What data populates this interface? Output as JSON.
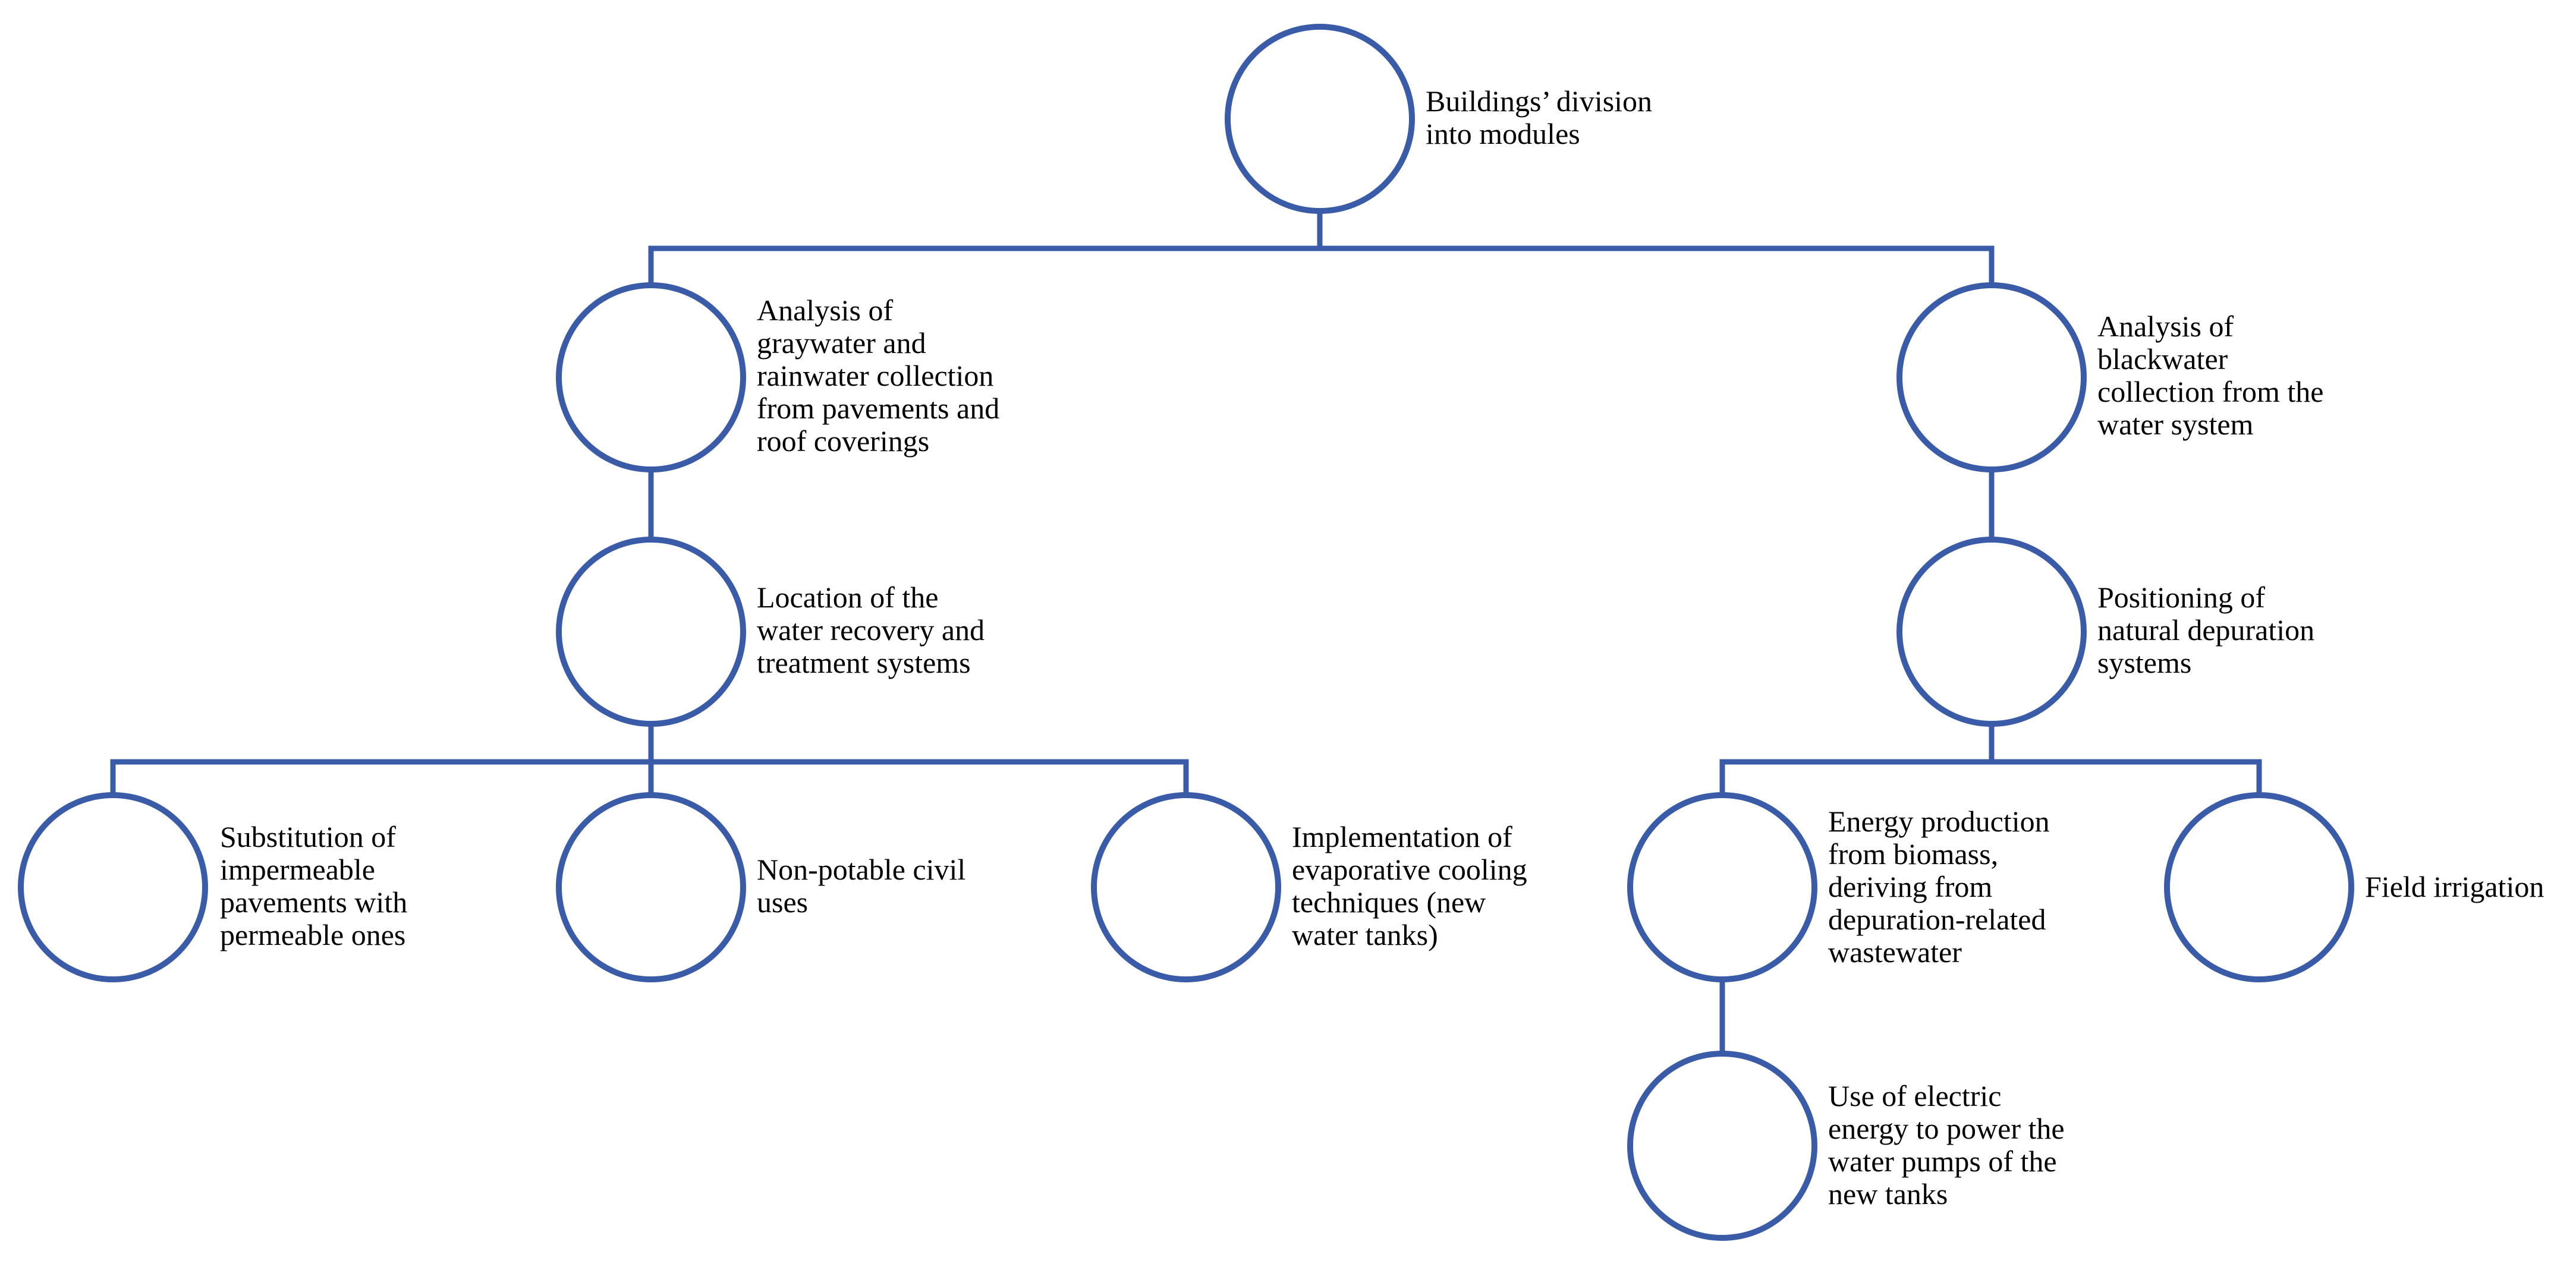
{
  "nodes": {
    "modules": {
      "label": "Buildings’ division\ninto modules",
      "icon": "site-plan-modules-photo"
    },
    "graywater": {
      "label": "Analysis of\ngraywater and\nrainwater collection\nfrom pavements and\nroof coverings",
      "icon": "rain-on-roof-drawing"
    },
    "blackwater": {
      "label": "Analysis of\nblackwater\ncollection from the\nwater system",
      "icon": "orange-pipe-trench-photo"
    },
    "recovery": {
      "label": "Location of the\nwater recovery and\ntreatment systems",
      "icon": "house-water-tank-drawing"
    },
    "depuration": {
      "label": "Positioning of\nnatural depuration\nsystems",
      "icon": "reed-bed-filter-drawing"
    },
    "pavements": {
      "label": "Substitution of\nimpermeable\npavements with\npermeable ones",
      "icon": "grass-paver-photo"
    },
    "nonpotable": {
      "label": "Non-potable civil\nuses",
      "icon": "person-washing-window-photo"
    },
    "cooling": {
      "label": "Implementation of\nevaporative cooling\ntechniques (new\nwater tanks)",
      "icon": "garden-pond-photo"
    },
    "biomass": {
      "label": "Energy production\nfrom biomass,\nderiving from\ndepuration-related\nwastewater",
      "icon": "biomass-plant-drawing"
    },
    "irrigation": {
      "label": "Field irrigation",
      "icon": "sprinkler-lawn-photo"
    },
    "pumps": {
      "label": "Use of electric\nenergy to power the\nwater pumps of the\nnew tanks",
      "icon": "fountain-photo"
    }
  },
  "colors": {
    "connector": "#3a5ba8",
    "text": "#000000",
    "background": "#ffffff"
  }
}
